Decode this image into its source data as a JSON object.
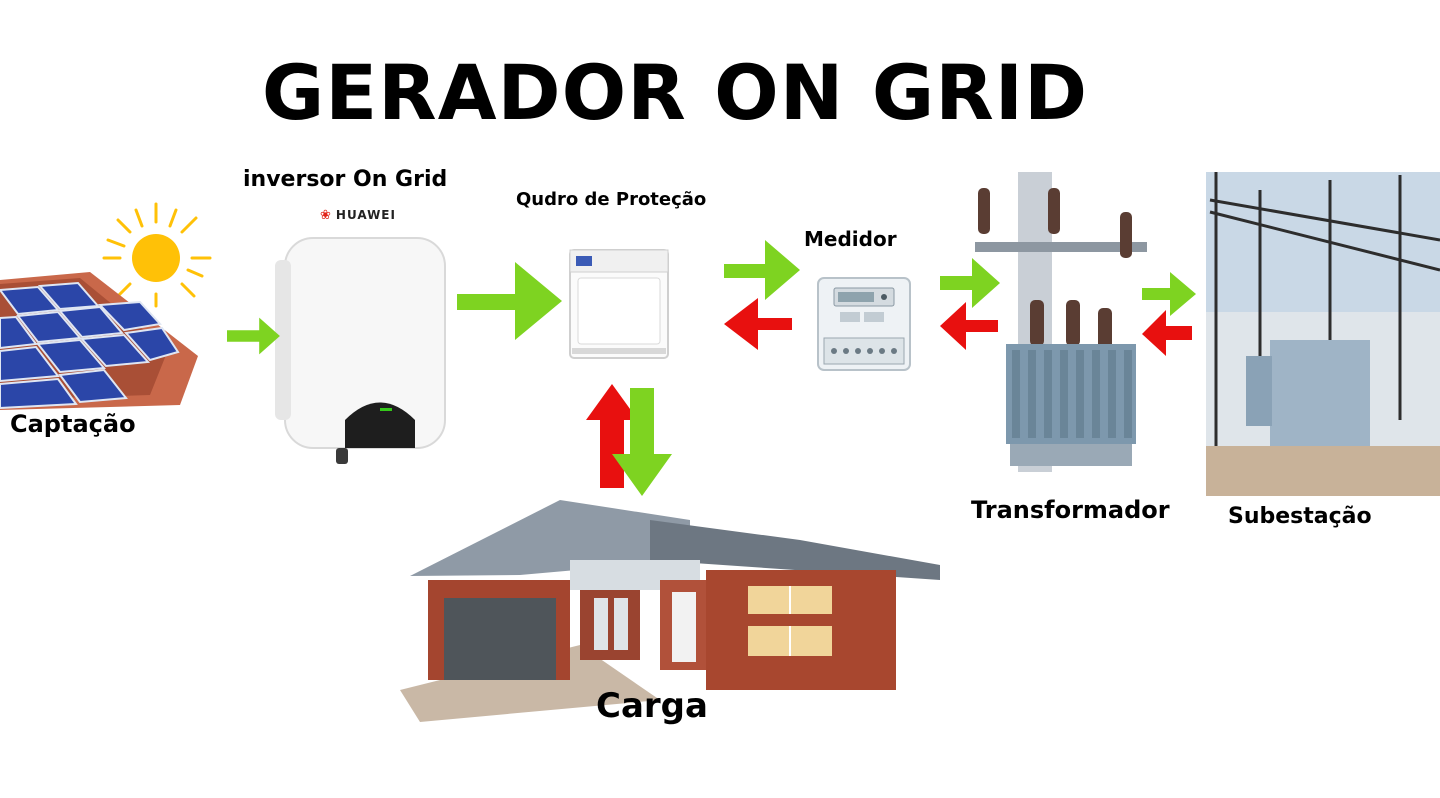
{
  "diagram": {
    "title": "GERADOR ON GRID",
    "nodes": {
      "captacao": "Captação",
      "inversor": "inversor On Grid",
      "inverter_brand": "HUAWEI",
      "quadro": "Qudro de Proteção",
      "medidor": "Medidor",
      "transformador": "Transformador",
      "subestacao": "Subestação",
      "carga": "Carga"
    },
    "colors": {
      "forward_arrow": "#7ed321",
      "return_arrow": "#e8100f",
      "sun": "#ffc107"
    },
    "icons": {
      "solar_panel": "solar-panel-icon",
      "sun": "sun-icon",
      "inverter": "inverter-icon",
      "breaker_panel": "breaker-panel-icon",
      "meter": "energy-meter-icon",
      "transformer": "transformer-icon",
      "substation": "substation-icon",
      "house": "house-icon"
    }
  }
}
